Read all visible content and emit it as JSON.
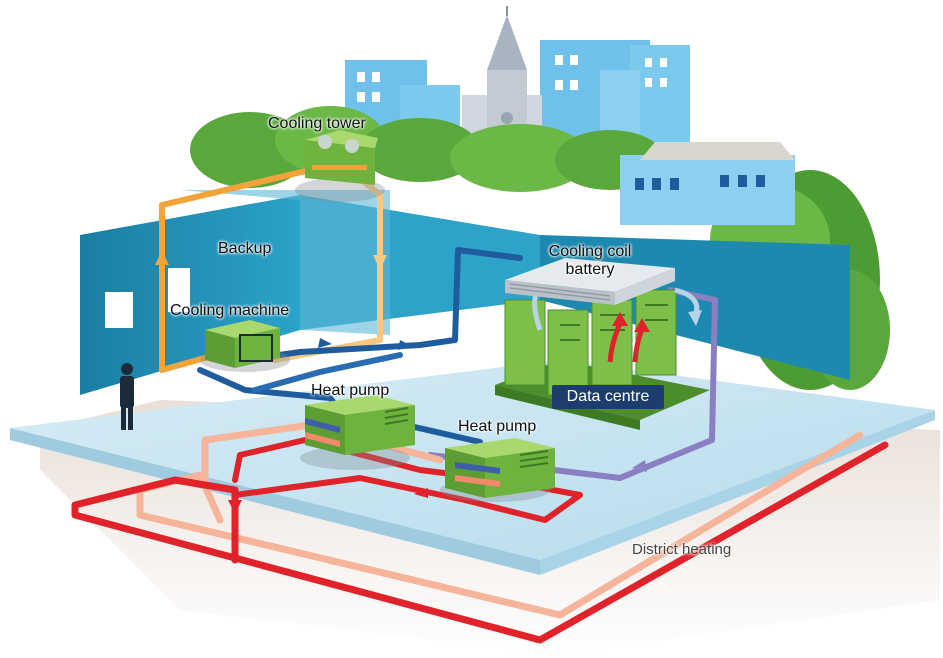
{
  "labels": {
    "cooling_tower": "Cooling tower",
    "backup": "Backup",
    "cooling_machine": "Cooling machine",
    "cooling_coil_battery_line1": "Cooling coil",
    "cooling_coil_battery_line2": "battery",
    "heat_pump_1": "Heat pump",
    "heat_pump_2": "Heat pump",
    "data_centre": "Data centre",
    "district_heating": "District heating"
  },
  "colors": {
    "cooling_loop": "#f2a43a",
    "chilled_water": "#1f5c9e",
    "return_loop": "#8b7fc4",
    "district_heating_supply": "#e0222a",
    "district_heating_return": "#f6b49a",
    "wall": "#1f8fb5",
    "floor": "#cfe8f3",
    "equipment": "#7cc04a",
    "sky_buildings": "#6fc0ea",
    "trees": "#5aa83c"
  }
}
